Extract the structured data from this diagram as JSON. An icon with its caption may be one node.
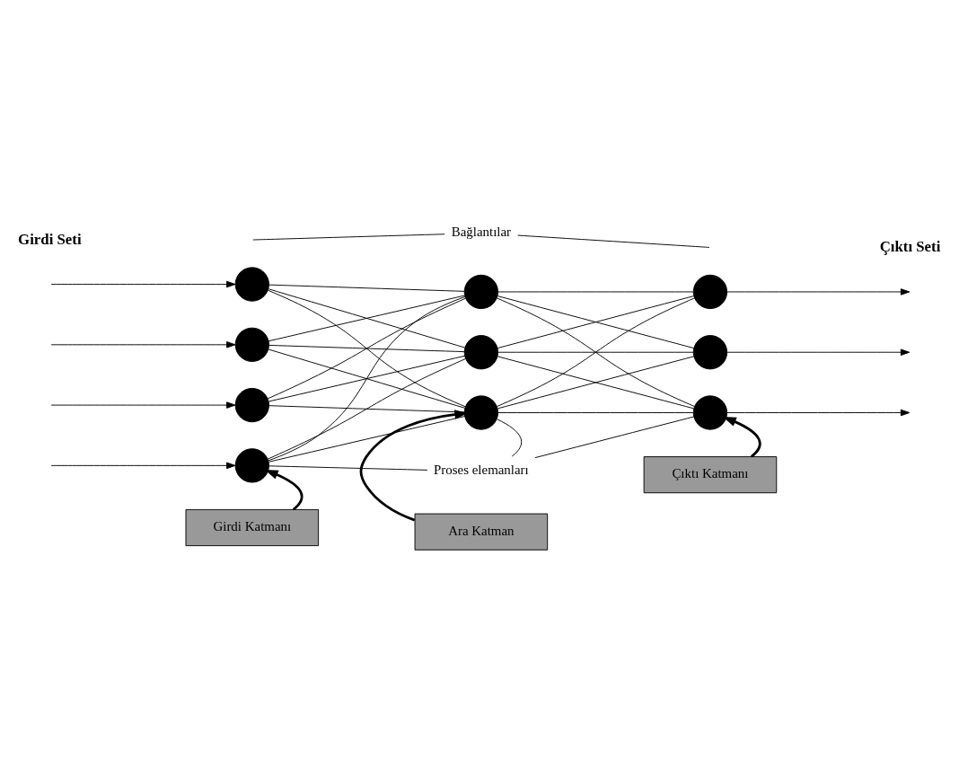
{
  "diagram": {
    "nodes": [
      {
        "text": [],
        "shape": "circle"
      },
      {
        "text": [],
        "shape": "circle"
      },
      {
        "text": [],
        "shape": "circle"
      },
      {
        "text": [],
        "shape": "circle"
      },
      {
        "text": [],
        "shape": "circle"
      },
      {
        "text": [],
        "shape": "circle"
      },
      {
        "text": [],
        "shape": "circle"
      },
      {
        "text": [],
        "shape": "circle"
      },
      {
        "text": [],
        "shape": "circle"
      },
      {
        "text": [],
        "shape": "circle"
      },
      {
        "text": [
          "Bağlantılar"
        ]
      },
      {
        "text": [
          "Proses elemanları"
        ]
      },
      {
        "text": [
          "Girdi Katmanı"
        ]
      },
      {
        "text": [
          "Ara Katman"
        ]
      },
      {
        "text": [
          "Çıktı Katmanı"
        ]
      }
    ],
    "edges": [
      {
        "from": null,
        "to": 0,
        "arrow": "to"
      },
      {
        "from": null,
        "to": 1,
        "arrow": "to"
      },
      {
        "from": null,
        "to": 2,
        "arrow": "to"
      },
      {
        "from": null,
        "to": 3,
        "arrow": "to"
      },
      {
        "from": 0,
        "to": 4,
        "arrow": "none"
      },
      {
        "from": 0,
        "to": 5,
        "arrow": "none"
      },
      {
        "from": 0,
        "to": 6,
        "arrow": "none"
      },
      {
        "from": 1,
        "to": 4,
        "arrow": "none"
      },
      {
        "from": 1,
        "to": 5,
        "arrow": "none"
      },
      {
        "from": 1,
        "to": 6,
        "arrow": "none"
      },
      {
        "from": 2,
        "to": 4,
        "arrow": "none"
      },
      {
        "from": 2,
        "to": 5,
        "arrow": "none"
      },
      {
        "from": 2,
        "to": 6,
        "arrow": "none"
      },
      {
        "from": 3,
        "to": 4,
        "arrow": "none"
      },
      {
        "from": 3,
        "to": 5,
        "arrow": "none"
      },
      {
        "from": 3,
        "to": 6,
        "arrow": "none"
      },
      {
        "from": 4,
        "to": 7,
        "arrow": "none"
      },
      {
        "from": 4,
        "to": 8,
        "arrow": "none"
      },
      {
        "from": 4,
        "to": 9,
        "arrow": "none"
      },
      {
        "from": 5,
        "to": 7,
        "arrow": "none"
      },
      {
        "from": 5,
        "to": 8,
        "arrow": "none"
      },
      {
        "from": 5,
        "to": 9,
        "arrow": "none"
      },
      {
        "from": 6,
        "to": 7,
        "arrow": "none"
      },
      {
        "from": 6,
        "to": 8,
        "arrow": "none"
      },
      {
        "from": 6,
        "to": 9,
        "arrow": "none"
      },
      {
        "from": 7,
        "to": null,
        "arrow": "to"
      },
      {
        "from": 8,
        "to": null,
        "arrow": "to"
      },
      {
        "from": 9,
        "to": null,
        "arrow": "to"
      },
      {
        "from": 10,
        "to": null,
        "arrow": "none"
      },
      {
        "from": 10,
        "to": null,
        "arrow": "none"
      },
      {
        "from": 11,
        "to": 3,
        "arrow": "none"
      },
      {
        "from": 11,
        "to": 6,
        "arrow": "none"
      },
      {
        "from": 11,
        "to": 9,
        "arrow": "none"
      },
      {
        "from": 12,
        "to": 3,
        "arrow": "to",
        "style": "thick"
      },
      {
        "from": 13,
        "to": 6,
        "arrow": "to",
        "style": "thick"
      },
      {
        "from": 14,
        "to": 9,
        "arrow": "to",
        "style": "thick"
      }
    ],
    "labels": [
      "Girdi Seti",
      "Çıktı Seti"
    ]
  }
}
